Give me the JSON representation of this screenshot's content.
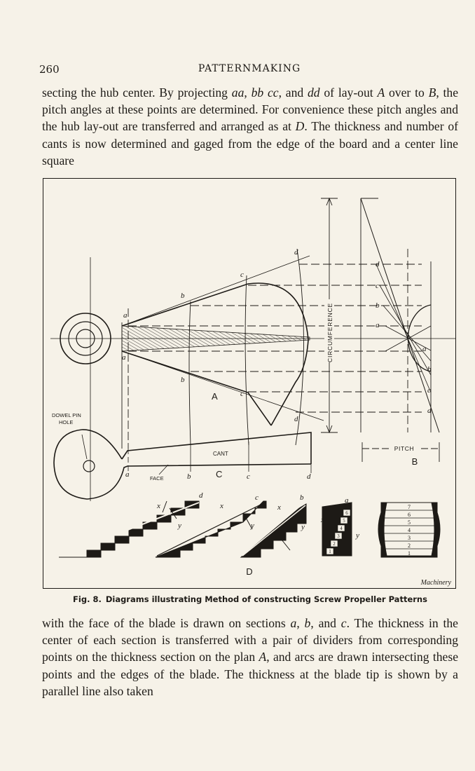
{
  "header": {
    "page_number": "260",
    "running_head": "PATTERNMAKING"
  },
  "text_top": {
    "p1": "secting the hub center. By projecting ",
    "e1": "aa",
    "p2": ", ",
    "e2": "bb cc",
    "p3": ", and ",
    "e3": "dd",
    "p4": " of lay-out ",
    "e4": "A",
    "p5": " over to ",
    "e5": "B",
    "p6": ", the pitch angles at these points are determined. For convenience these pitch angles and the hub lay-out are transferred and arranged as at ",
    "e6": "D",
    "p7": ". The thickness and number of cants is now determined and gaged from the edge of the board and a center line square"
  },
  "figure": {
    "labels": {
      "A": "A",
      "B": "B",
      "C": "C",
      "D": "D",
      "circumference": "CIRCUMFERENCE",
      "pitch": "PITCH",
      "cant": "CANT",
      "face": "FACE",
      "dowel_line1": "DOWEL PIN",
      "dowel_line2": "HOLE",
      "credit": "Machinery",
      "a": "a",
      "b": "b",
      "c": "c",
      "d": "d",
      "x": "x",
      "y": "y"
    },
    "cant_numbers_small": [
      "1",
      "2",
      "3",
      "4",
      "5",
      "6"
    ],
    "cant_numbers_hub": [
      "1",
      "2",
      "3",
      "4",
      "5",
      "6",
      "7"
    ]
  },
  "caption": {
    "fig_no": "Fig. 8.",
    "text": "Diagrams illustrating Method of constructing Screw Propeller Patterns"
  },
  "text_bottom": {
    "p1": "with the face of the blade is drawn on sections ",
    "e1": "a",
    "p2": ", ",
    "e2": "b",
    "p3": ", and ",
    "e3": "c",
    "p4": ". The thickness in the center of each section is transferred with a pair of dividers from corresponding points on the thickness section on the plan ",
    "e4": "A",
    "p5": ", and arcs are drawn intersecting these points and the edges of the blade. The thickness at the blade tip is shown by a parallel line also taken"
  }
}
